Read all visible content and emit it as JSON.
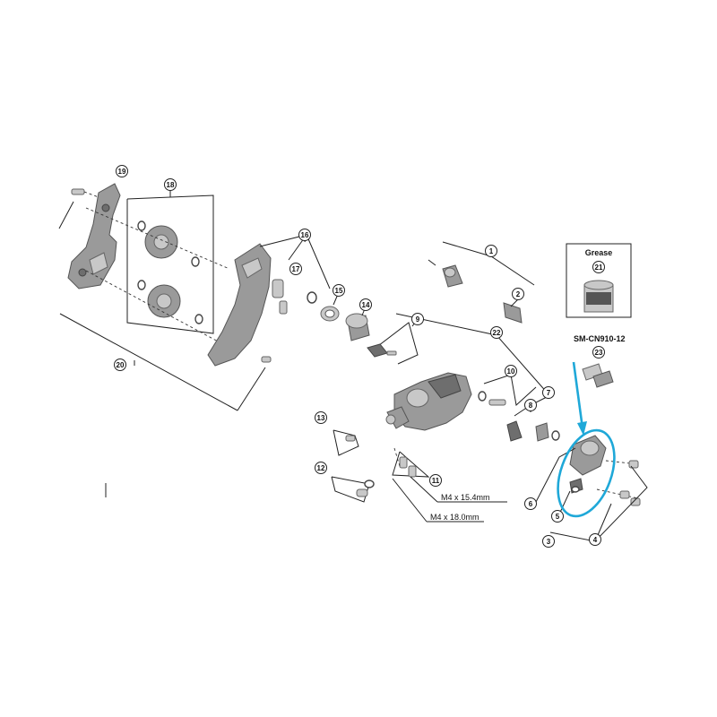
{
  "diagram": {
    "callouts": [
      "1",
      "2",
      "3",
      "4",
      "5",
      "6",
      "7",
      "8",
      "9",
      "10",
      "11",
      "12",
      "13",
      "14",
      "15",
      "16",
      "17",
      "18",
      "19",
      "20",
      "21",
      "22",
      "23"
    ],
    "labels": {
      "screw_a": "M4 x 15.4mm",
      "screw_b": "M4 x 18.0mm",
      "chain": "SM-CN910-12",
      "grease": "Grease"
    },
    "highlight_color": "#1fa8d8"
  }
}
